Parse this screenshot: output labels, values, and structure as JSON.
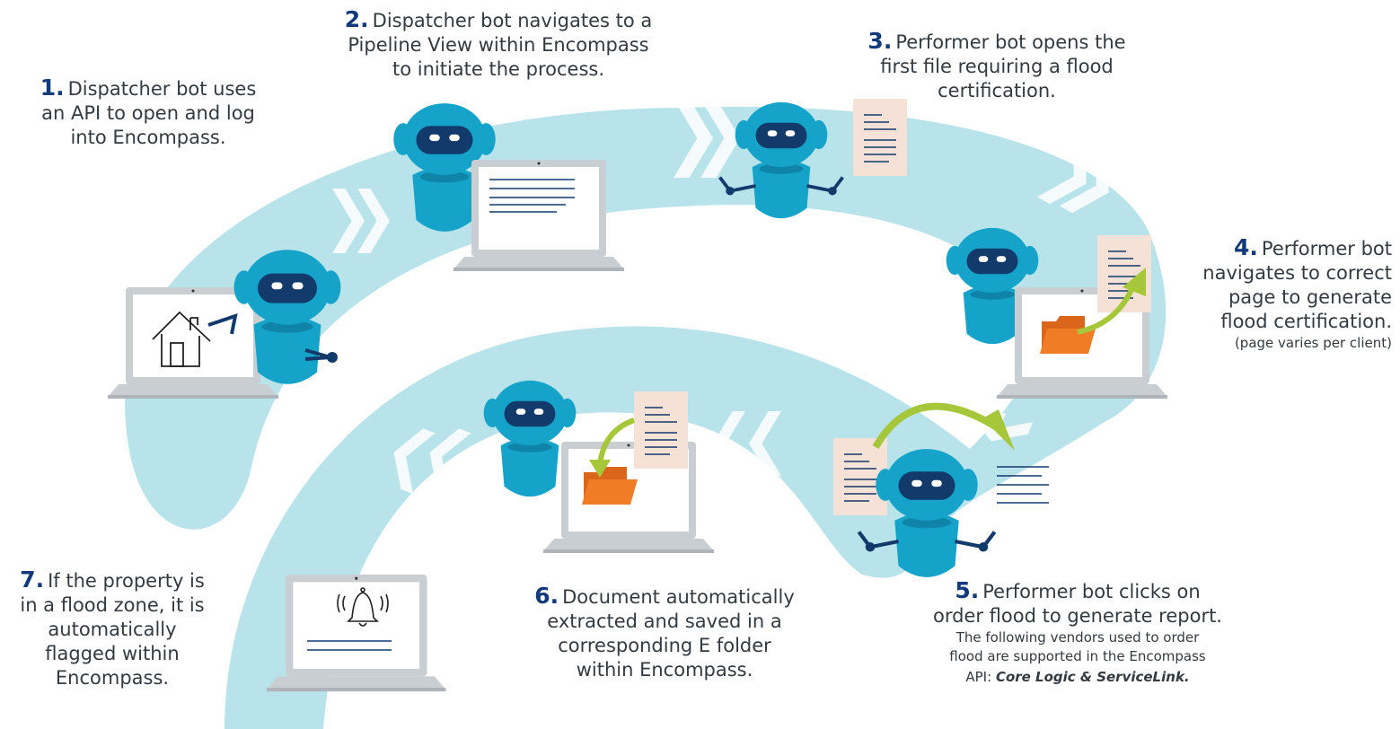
{
  "colors": {
    "ribbon": "#b8e3ea",
    "chevron": "#ffffff",
    "robot": "#15a3c9",
    "robot_dark": "#0f84a8",
    "visor": "#123a6b",
    "number": "#123a7a",
    "text": "#333a40",
    "folder": "#f07c26",
    "arrow": "#a6c73a",
    "paper": "#f6e1d6",
    "laptop_frame": "#c9ced3"
  },
  "steps": [
    {
      "num": "1.",
      "lines": [
        "Dispatcher bot uses",
        "an API to open and log",
        "into Encompass."
      ]
    },
    {
      "num": "2.",
      "lines": [
        "Dispatcher bot navigates to a",
        "Pipeline View within Encompass",
        "to initiate the process."
      ]
    },
    {
      "num": "3.",
      "lines": [
        "Performer bot opens the",
        "first file requiring a flood",
        "certification."
      ]
    },
    {
      "num": "4.",
      "lines": [
        "Performer bot",
        "navigates to correct",
        "page to generate",
        "flood certification."
      ],
      "note": "(page varies per client)"
    },
    {
      "num": "5.",
      "lines": [
        "Performer bot clicks on",
        "order flood to generate report."
      ],
      "note_lines": [
        "The following vendors used to order",
        "flood are supported in the Encompass"
      ],
      "api_prefix": "API: ",
      "api_vendors": "Core Logic & ServiceLink."
    },
    {
      "num": "6.",
      "lines": [
        "Document automatically",
        "extracted and saved in a",
        "corresponding E folder",
        "within Encompass."
      ]
    },
    {
      "num": "7.",
      "lines": [
        "If the property is",
        "in a flood zone, it is",
        "automatically",
        "flagged within",
        "Encompass."
      ]
    }
  ],
  "icons": [
    "robot-icon",
    "laptop-icon",
    "house-icon",
    "document-icon",
    "folder-icon",
    "curved-arrow-icon",
    "bell-icon",
    "chevron-icon"
  ]
}
